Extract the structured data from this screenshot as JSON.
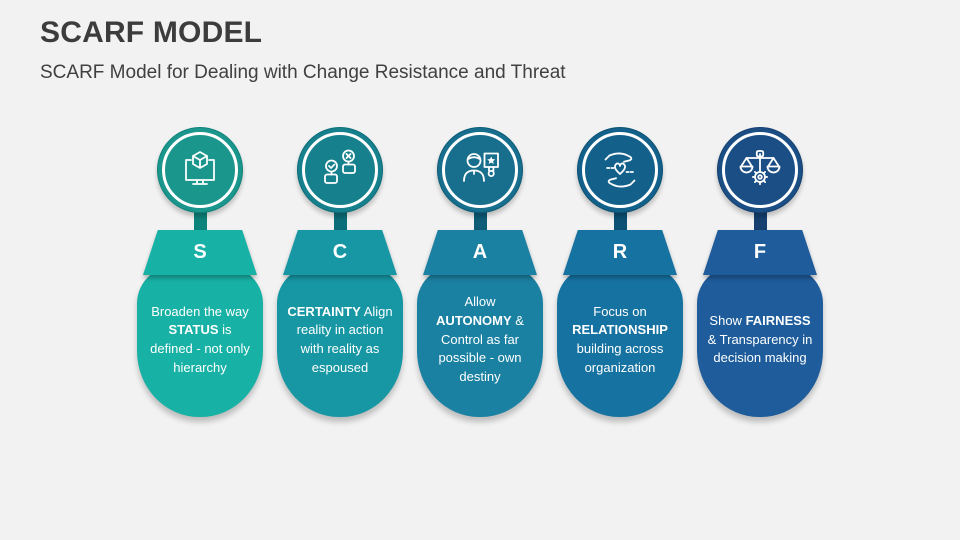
{
  "header": {
    "title": "SCARF MODEL",
    "subtitle": "SCARF Model for Dealing with Change Resistance and Threat"
  },
  "columns": [
    {
      "letter": "S",
      "icon": "monitor-cube-icon",
      "colors": {
        "main": "#18B1A5",
        "deep": "#1B968C",
        "dark": "#0D847B"
      },
      "text": [
        {
          "t": "Broaden the way ",
          "bold": false
        },
        {
          "t": "STATUS",
          "bold": true
        },
        {
          "t": " is defined - not only hierarchy",
          "bold": false
        }
      ]
    },
    {
      "letter": "C",
      "icon": "hands-approve-reject-icon",
      "colors": {
        "main": "#1697A3",
        "deep": "#17808D",
        "dark": "#0C6E79"
      },
      "text": [
        {
          "t": "CERTAINTY",
          "bold": true
        },
        {
          "t": " Align reality in action with reality as espoused",
          "bold": false
        }
      ]
    },
    {
      "letter": "A",
      "icon": "person-star-award-icon",
      "colors": {
        "main": "#1B81A2",
        "deep": "#176E8D",
        "dark": "#0D5C78"
      },
      "text": [
        {
          "t": "Allow ",
          "bold": false
        },
        {
          "t": "AUTONOMY",
          "bold": true
        },
        {
          "t": " & Control as far possible - own destiny",
          "bold": false
        }
      ]
    },
    {
      "letter": "R",
      "icon": "hands-heart-icon",
      "colors": {
        "main": "#1672A1",
        "deep": "#13618A",
        "dark": "#0C5173"
      },
      "text": [
        {
          "t": "Focus on ",
          "bold": false
        },
        {
          "t": "RELATIONSHIP",
          "bold": true
        },
        {
          "t": " building across organization",
          "bold": false
        }
      ]
    },
    {
      "letter": "F",
      "icon": "scales-gear-icon",
      "colors": {
        "main": "#1E5C9B",
        "deep": "#1B4E85",
        "dark": "#15406F"
      },
      "text": [
        {
          "t": "Show ",
          "bold": false
        },
        {
          "t": "FAIRNESS",
          "bold": true
        },
        {
          "t": " & Transparency in decision making",
          "bold": false
        }
      ]
    }
  ]
}
